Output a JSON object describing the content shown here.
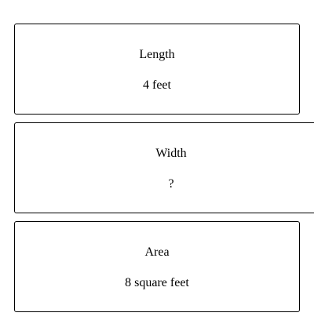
{
  "cards": [
    {
      "label": "Length",
      "value": "4 feet"
    },
    {
      "label": "Width",
      "value": "?"
    },
    {
      "label": "Area",
      "value": "8 square feet"
    }
  ]
}
